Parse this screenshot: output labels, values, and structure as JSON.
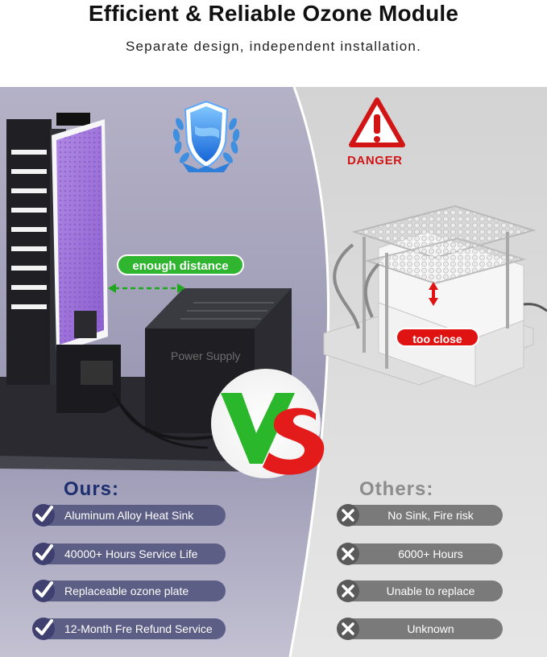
{
  "header": {
    "title": "Efficient & Reliable Ozone Module",
    "subtitle": "Separate design, independent installation."
  },
  "left": {
    "badge_icon": "shield-laurel-icon",
    "distance_label": "enough distance",
    "power_supply_label": "Power Supply",
    "heading": "Ours:",
    "features": [
      "Aluminum Alloy Heat Sink",
      "40000+ Hours Service Life",
      "Replaceable ozone plate",
      "12-Month Fre Refund Service"
    ]
  },
  "right": {
    "warning_icon": "warning-triangle-icon",
    "danger_label": "DANGER",
    "distance_label": "too close",
    "heading": "Others:",
    "features": [
      "No Sink, Fire risk",
      "6000+ Hours",
      "Unable to replace",
      "Unknown"
    ]
  },
  "versus_icon": "vs-icon",
  "colors": {
    "left_bg": "#9b98b4",
    "right_bg": "#d8d8d8",
    "ours_pill": "#5d5e86",
    "others_pill": "#7a7a7a",
    "green": "#2fb52f",
    "red": "#e01313",
    "ozone_plate": "#9d73d6"
  }
}
